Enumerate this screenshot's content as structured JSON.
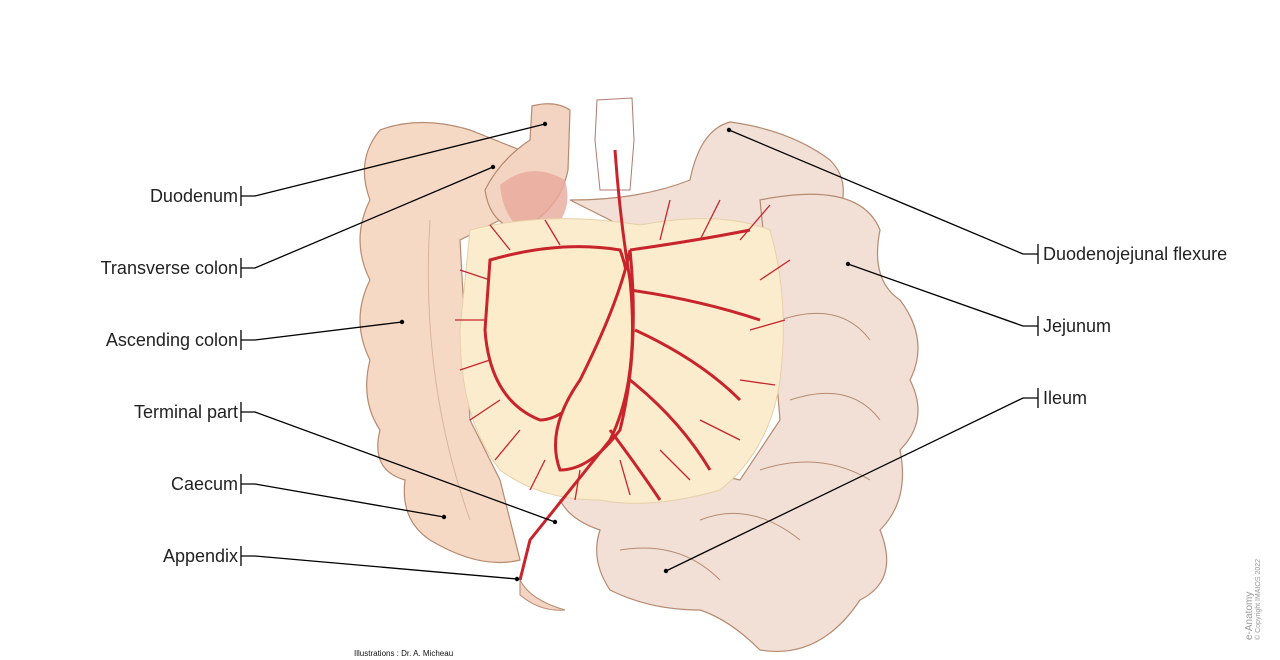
{
  "labels_left": [
    "Duodenum",
    "Transverse colon",
    "Ascending colon",
    "Terminal part",
    "Caecum",
    "Appendix"
  ],
  "labels_right": [
    "Duodenojejunal flexure",
    "Jejunum",
    "Ileum"
  ],
  "credit": "Illustrations : Dr. A. Micheau",
  "brand": {
    "name": "e-Anatomy",
    "copyright": "© Copyright IMAIOS 2022"
  },
  "colors": {
    "colon": "#f6d9c5",
    "small_intestine": "#f2e0d6",
    "mesentery": "#fbeccd",
    "artery": "#c8242c",
    "outline": "#b58a70"
  }
}
